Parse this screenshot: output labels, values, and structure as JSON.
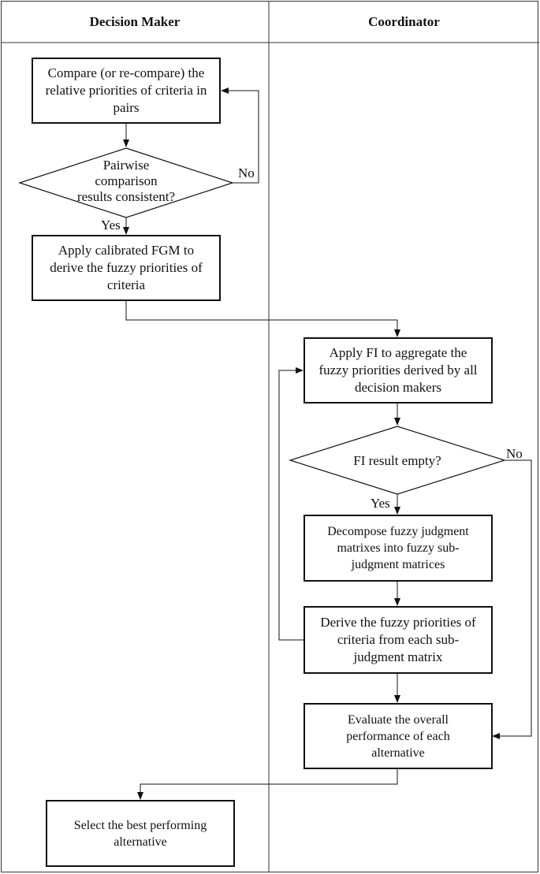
{
  "lanes": {
    "left": "Decision Maker",
    "right": "Coordinator"
  },
  "nodes": {
    "compare": "Compare (or re-compare) the\nrelative priorities of criteria in\npairs",
    "consistent": "Pairwise\ncomparison\nresults consistent?",
    "apply_fgm": "Apply calibrated FGM to\nderive the fuzzy priorities of\ncriteria",
    "apply_fi": "Apply FI to aggregate the\nfuzzy priorities derived by all\ndecision makers",
    "fi_empty": "FI result empty?",
    "decompose": "Decompose fuzzy judgment\nmatrixes into fuzzy sub-\njudgment matrices",
    "derive": "Derive the fuzzy priorities of\ncriteria from each sub-\njudgment matrix",
    "evaluate": "Evaluate the overall\nperformance of each\nalternative",
    "select": "Select the best performing\nalternative"
  },
  "edge_labels": {
    "consistent_no": "No",
    "consistent_yes": "Yes",
    "fi_no": "No",
    "fi_yes": "Yes"
  }
}
